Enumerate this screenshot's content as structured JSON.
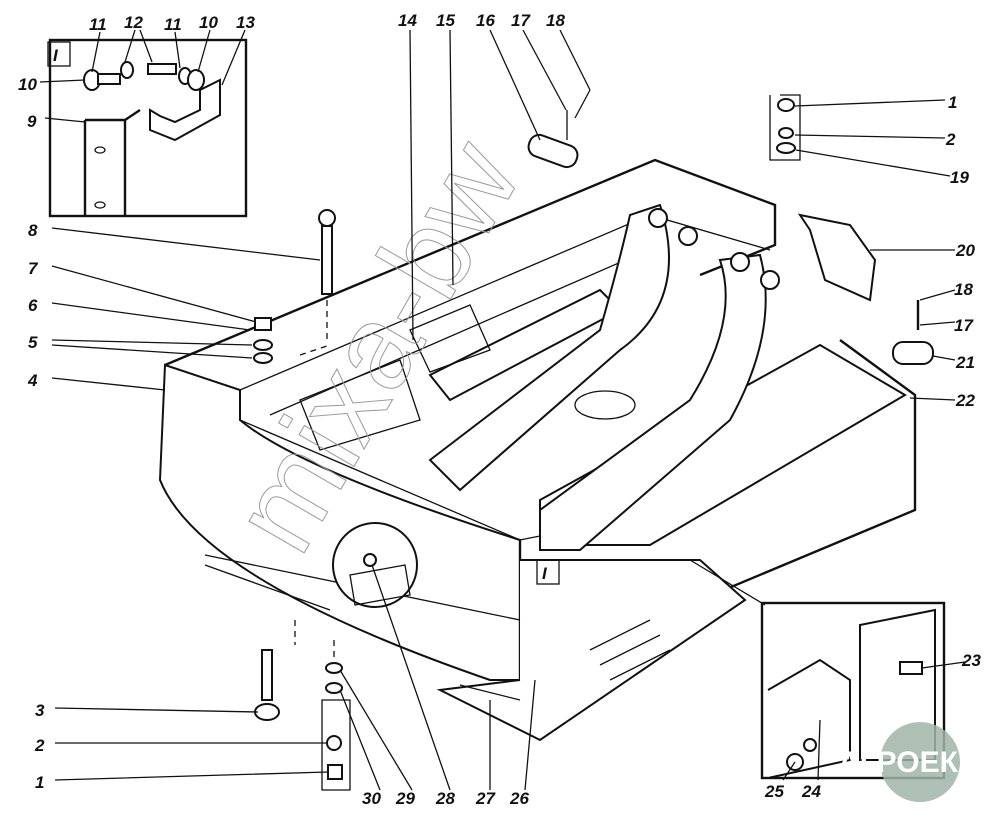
{
  "diagram": {
    "inset_marker": "I",
    "callouts": {
      "inset_top": [
        "11",
        "12",
        "11",
        "10",
        "13",
        "10",
        "9"
      ],
      "top": [
        "14",
        "15",
        "16",
        "17",
        "18"
      ],
      "right": [
        "1",
        "2",
        "19",
        "20",
        "18",
        "17",
        "21",
        "22"
      ],
      "left": [
        "8",
        "7",
        "6",
        "5",
        "4"
      ],
      "bottom_left": [
        "3",
        "2",
        "1"
      ],
      "bottom": [
        "30",
        "29",
        "28",
        "27",
        "26",
        "25",
        "24"
      ],
      "inset_bottom_right": [
        "23"
      ]
    },
    "watermark": "mixa-bw",
    "logo": "АГРОЕКА",
    "colors": {
      "line": "#111111",
      "logo": "#9fb5a6"
    }
  }
}
